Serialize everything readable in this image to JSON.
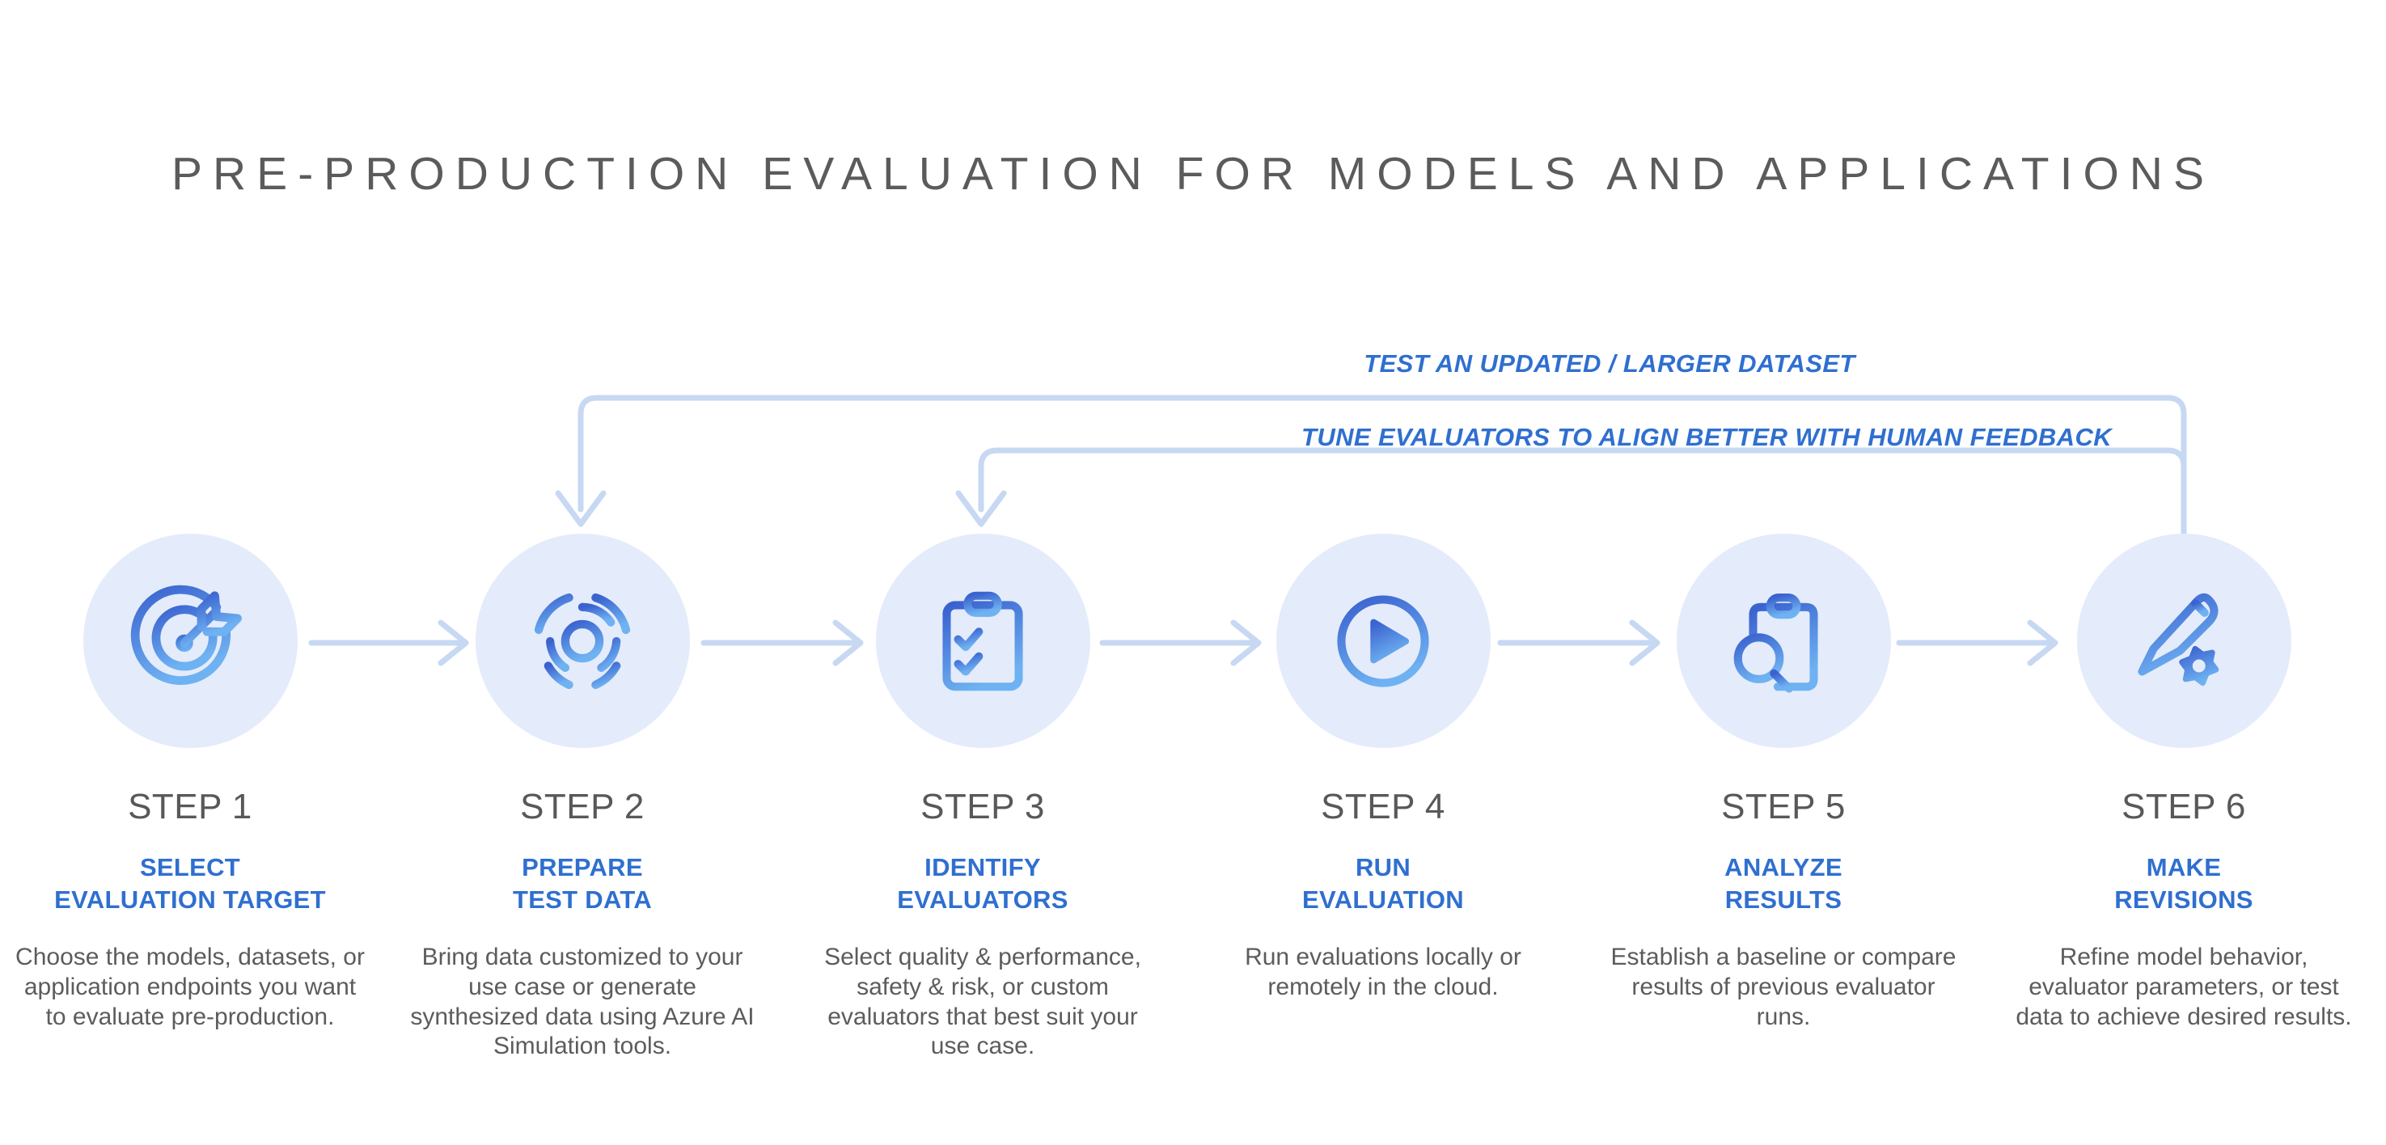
{
  "page": {
    "title": "PRE-PRODUCTION EVALUATION FOR MODELS AND APPLICATIONS",
    "accent_blue": "#2f6fd0",
    "circle_bg": "#e4ebfa",
    "line_blue": "#c7d8f3",
    "text_gray": "#5c5c5c"
  },
  "loops": [
    {
      "label": "TEST AN UPDATED / LARGER DATASET",
      "from_step": 6,
      "to_step": 2
    },
    {
      "label": "TUNE EVALUATORS TO ALIGN BETTER WITH HUMAN FEEDBACK",
      "from_step": 6,
      "to_step": 3
    }
  ],
  "steps": [
    {
      "number": "STEP 1",
      "title_line1": "SELECT",
      "title_line2": "EVALUATION TARGET",
      "description": "Choose the models, datasets, or application endpoints you want to evaluate pre-production.",
      "icon": "target-arrow-icon"
    },
    {
      "number": "STEP 2",
      "title_line1": "PREPARE",
      "title_line2": "TEST DATA",
      "description": "Bring data customized to your use case or generate synthesized data using Azure AI Simulation tools.",
      "icon": "radar-circles-icon"
    },
    {
      "number": "STEP 3",
      "title_line1": "IDENTIFY",
      "title_line2": "EVALUATORS",
      "description": "Select quality & performance, safety & risk, or custom evaluators that best suit your use case.",
      "icon": "clipboard-checklist-icon"
    },
    {
      "number": "STEP 4",
      "title_line1": "RUN",
      "title_line2": "EVALUATION",
      "description": "Run evaluations locally or remotely in the cloud.",
      "icon": "play-circle-icon"
    },
    {
      "number": "STEP 5",
      "title_line1": "ANALYZE",
      "title_line2": "RESULTS",
      "description": "Establish a baseline or compare results of previous evaluator runs.",
      "icon": "clipboard-search-icon"
    },
    {
      "number": "STEP 6",
      "title_line1": "MAKE",
      "title_line2": "REVISIONS",
      "description": "Refine model behavior, evaluator parameters, or test data to achieve desired results.",
      "icon": "pencil-gear-icon"
    }
  ]
}
